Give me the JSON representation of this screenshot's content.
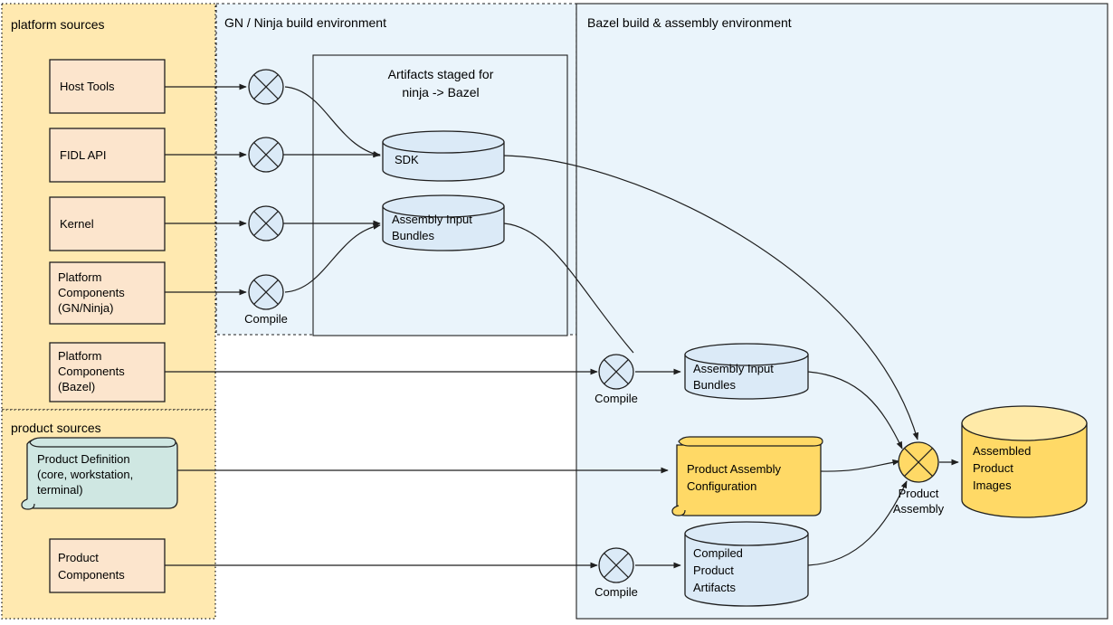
{
  "diagram": {
    "title": "Fuchsia platform / product build and assembly flow",
    "colors": {
      "platform_sources_fill": "#ffe9b0",
      "platform_sources_fill_soft": "#fdeedd",
      "source_box_fill": "#fce5cd",
      "env_fill": "#eaf4fb",
      "cylinder_fill": "#dbeaf7",
      "note_green_fill": "#cfe7e2",
      "note_yellow_fill": "#ffd966",
      "assembled_fill": "#ffd966",
      "stroke": "#1f1f1f"
    },
    "regions": [
      {
        "id": "platform-sources",
        "label": "platform sources"
      },
      {
        "id": "product-sources",
        "label": "product sources"
      },
      {
        "id": "gn-ninja-env",
        "label": "GN / Ninja build environment"
      },
      {
        "id": "staged-artifacts",
        "label_line1": "Artifacts staged for",
        "label_line2": "ninja -> Bazel"
      },
      {
        "id": "bazel-env",
        "label": "Bazel build & assembly environment"
      }
    ],
    "platform_sources": [
      {
        "id": "host-tools",
        "lines": [
          "Host Tools"
        ]
      },
      {
        "id": "fidl-api",
        "lines": [
          "FIDL API"
        ]
      },
      {
        "id": "kernel",
        "lines": [
          "Kernel"
        ]
      },
      {
        "id": "platform-components-gn-ninja",
        "lines": [
          "Platform",
          "Components",
          "(GN/Ninja)"
        ]
      },
      {
        "id": "platform-components-bazel",
        "lines": [
          "Platform",
          "Components",
          "(Bazel)"
        ]
      }
    ],
    "product_sources": [
      {
        "id": "product-definition",
        "lines": [
          "Product Definition",
          "(core, workstation,",
          "terminal)"
        ]
      },
      {
        "id": "product-components",
        "lines": [
          "Product",
          "Components"
        ]
      }
    ],
    "compile_nodes": [
      {
        "id": "compile-host-tools",
        "label": ""
      },
      {
        "id": "compile-fidl-api",
        "label": ""
      },
      {
        "id": "compile-kernel",
        "label": ""
      },
      {
        "id": "compile-platform-components-gn-ninja",
        "label": "Compile"
      },
      {
        "id": "compile-platform-components-bazel",
        "label": "Compile"
      },
      {
        "id": "compile-product-components",
        "label": "Compile"
      }
    ],
    "artifacts": [
      {
        "id": "sdk",
        "lines": [
          "SDK"
        ]
      },
      {
        "id": "assembly-input-bundles-ninja",
        "lines": [
          "Assembly Input",
          "Bundles"
        ]
      },
      {
        "id": "assembly-input-bundles-bazel",
        "lines": [
          "Assembly Input",
          "Bundles"
        ]
      },
      {
        "id": "product-assembly-configuration",
        "lines": [
          "Product Assembly",
          "Configuration"
        ]
      },
      {
        "id": "compiled-product-artifacts",
        "lines": [
          "Compiled",
          "Product",
          "Artifacts"
        ]
      },
      {
        "id": "assembled-product-images",
        "lines": [
          "Assembled",
          "Product",
          "Images"
        ]
      }
    ],
    "assembly_node": {
      "id": "product-assembly",
      "label_line1": "Product",
      "label_line2": "Assembly"
    },
    "edges": [
      {
        "from": "host-tools",
        "to": "compile-host-tools"
      },
      {
        "from": "fidl-api",
        "to": "compile-fidl-api"
      },
      {
        "from": "kernel",
        "to": "compile-kernel"
      },
      {
        "from": "platform-components-gn-ninja",
        "to": "compile-platform-components-gn-ninja"
      },
      {
        "from": "compile-host-tools",
        "to": "sdk"
      },
      {
        "from": "compile-fidl-api",
        "to": "sdk"
      },
      {
        "from": "compile-kernel",
        "to": "assembly-input-bundles-ninja"
      },
      {
        "from": "compile-platform-components-gn-ninja",
        "to": "assembly-input-bundles-ninja"
      },
      {
        "from": "sdk",
        "to": "product-assembly"
      },
      {
        "from": "assembly-input-bundles-ninja",
        "to": "product-assembly"
      },
      {
        "from": "platform-components-bazel",
        "to": "compile-platform-components-bazel"
      },
      {
        "from": "compile-platform-components-bazel",
        "to": "assembly-input-bundles-bazel"
      },
      {
        "from": "assembly-input-bundles-bazel",
        "to": "product-assembly"
      },
      {
        "from": "product-definition",
        "to": "product-assembly-configuration"
      },
      {
        "from": "product-assembly-configuration",
        "to": "product-assembly"
      },
      {
        "from": "product-components",
        "to": "compile-product-components"
      },
      {
        "from": "compile-product-components",
        "to": "compiled-product-artifacts"
      },
      {
        "from": "compiled-product-artifacts",
        "to": "product-assembly"
      },
      {
        "from": "product-assembly",
        "to": "assembled-product-images"
      }
    ]
  }
}
